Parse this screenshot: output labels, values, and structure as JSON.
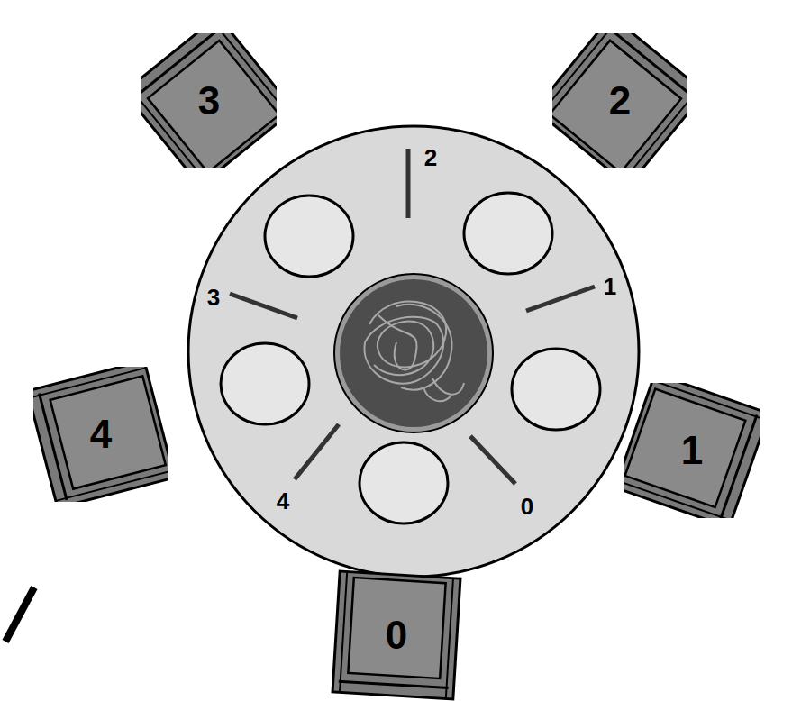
{
  "diagram": {
    "nodes": [
      {
        "text": [
          "3"
        ]
      },
      {
        "text": [
          "2"
        ]
      },
      {
        "text": [
          "4"
        ]
      },
      {
        "text": [
          "1"
        ]
      },
      {
        "text": [
          "0"
        ]
      }
    ],
    "labels": [
      "2",
      "1",
      "3",
      "4",
      "0"
    ]
  }
}
